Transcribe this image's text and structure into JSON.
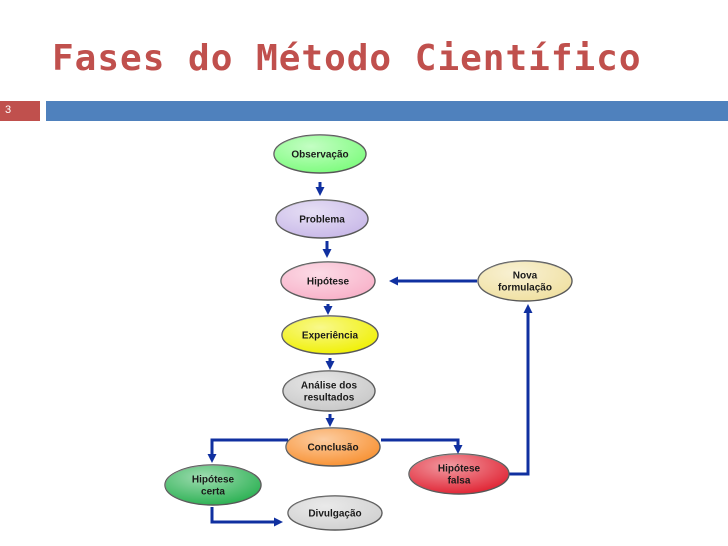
{
  "slide": {
    "title": "Fases do Método Científico",
    "number": "3"
  },
  "diagram": {
    "nodes": {
      "observacao": {
        "lines": [
          "Observação"
        ],
        "color": "#7cfc7c"
      },
      "problema": {
        "lines": [
          "Problema"
        ],
        "color": "#c8b8e8"
      },
      "hipotese": {
        "lines": [
          "Hipótese"
        ],
        "color": "#f8b0c8"
      },
      "experiencia": {
        "lines": [
          "Experiência"
        ],
        "color": "#f0f000"
      },
      "analise": {
        "lines": [
          "Análise dos",
          "resultados"
        ],
        "color": "#c8c8c8"
      },
      "conclusao": {
        "lines": [
          "Conclusão"
        ],
        "color": "#f89030"
      },
      "hipotese_certa": {
        "lines": [
          "Hipótese",
          "certa"
        ],
        "color": "#28b050"
      },
      "divulgacao": {
        "lines": [
          "Divulgação"
        ],
        "color": "#d0d0d0"
      },
      "hipotese_falsa": {
        "lines": [
          "Hipótese",
          "falsa"
        ],
        "color": "#e02030"
      },
      "nova_formulacao": {
        "lines": [
          "Nova",
          "formulação"
        ],
        "color": "#f0e0a0"
      }
    },
    "arrow_color": "#1030a0"
  },
  "colors": {
    "title": "#c0504d",
    "accent_bar": "#4f81bd",
    "number_box": "#c0504d"
  }
}
